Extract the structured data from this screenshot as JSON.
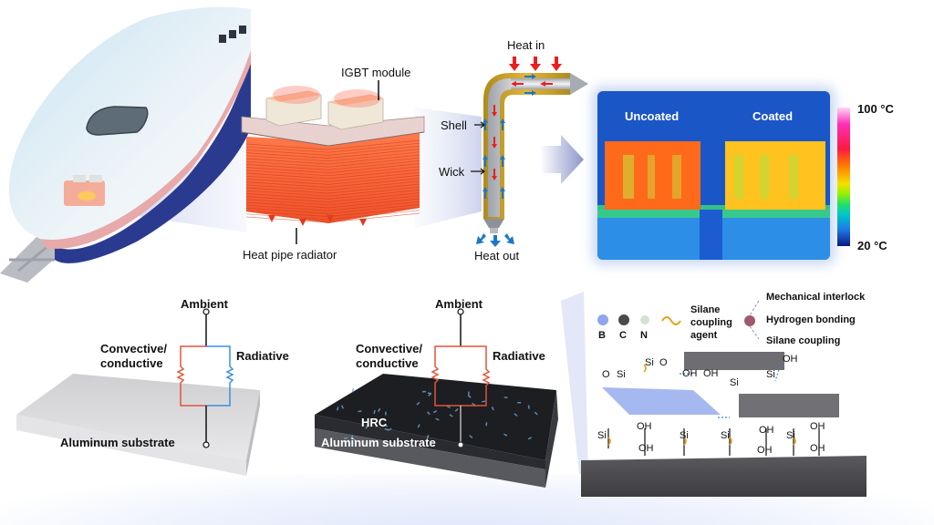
{
  "figure": {
    "type": "schematic-diagram",
    "subject": "Heat pipe radiator for train IGBT module with heat-radiation coating"
  },
  "top_row": {
    "train": {
      "label": "train-illustration"
    },
    "radiator": {
      "module_label": "IGBT module",
      "radiator_label": "Heat pipe radiator"
    },
    "heat_pipe": {
      "heat_in": "Heat in",
      "heat_out": "Heat out",
      "shell": "Shell",
      "wick": "Wick"
    },
    "thermal_image": {
      "left_label": "Uncoated",
      "right_label": "Coated",
      "scale_max": "100 °C",
      "scale_min": "20 °C",
      "scale_max_value": 100,
      "scale_min_value": 20,
      "colors": {
        "uncoated": "#ff6a1a",
        "coated": "#ffc21f",
        "background": "#1b56c7"
      }
    }
  },
  "bottom_row": {
    "bare_substrate": {
      "ambient": "Ambient",
      "convective": "Convective/",
      "convective2": "conductive",
      "radiative": "Radiative",
      "substrate": "Aluminum substrate",
      "colors": {
        "convective": "#e0553a",
        "radiative": "#3a8fe0"
      }
    },
    "coated_substrate": {
      "ambient": "Ambient",
      "convective": "Convective/",
      "convective2": "conductive",
      "radiative": "Radiative",
      "coating": "HRC",
      "substrate": "Aluminum substrate",
      "colors": {
        "circuit": "#e0553a"
      }
    },
    "mechanism": {
      "legend": {
        "atoms": [
          "B",
          "C",
          "N"
        ],
        "atom_colors": [
          "#8fa6ee",
          "#4a4a4e",
          "#cfe3cf"
        ],
        "silane_agent": [
          "Silane",
          "coupling",
          "agent"
        ],
        "interactions": [
          "Mechanical interlock",
          "Hydrogen bonding",
          "Silane coupling"
        ]
      },
      "chem_labels": {
        "si": "Si",
        "o": "O",
        "oh": "OH"
      }
    }
  }
}
